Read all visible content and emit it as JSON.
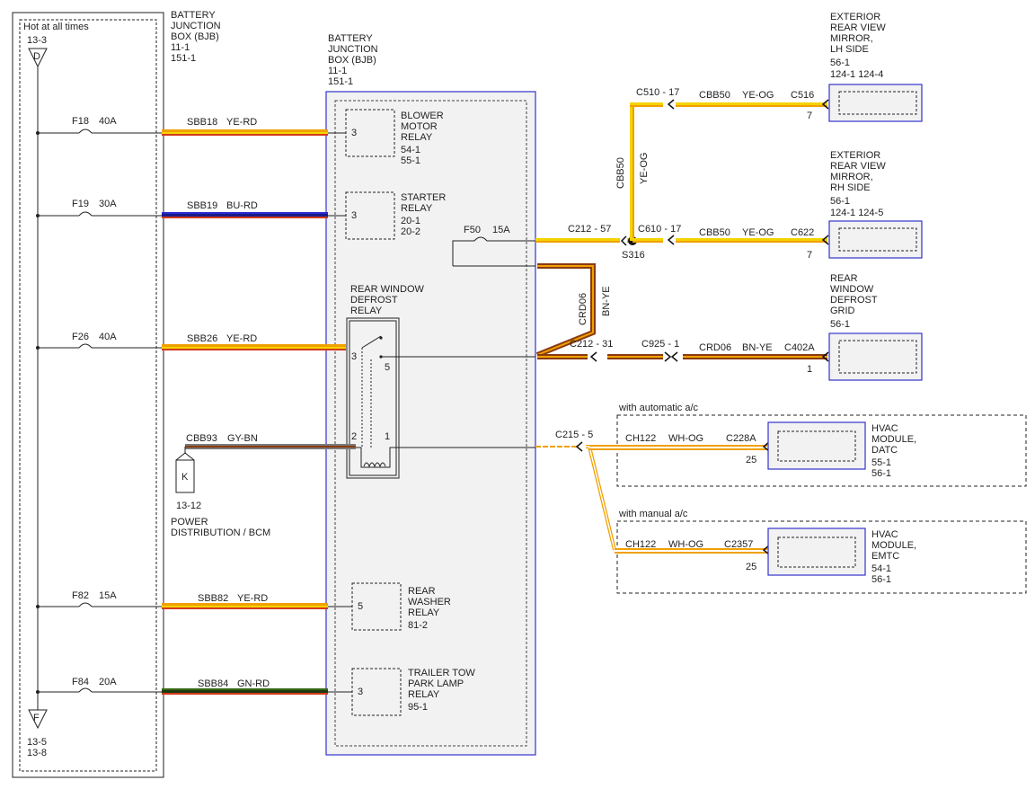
{
  "colors": {
    "yellow": "#f4d400",
    "orange": "#f0a000",
    "red": "#d43a1a",
    "blue": "#2a2ad0",
    "darkblue": "#1a1a8a",
    "green": "#3a6a1a",
    "darkgreen": "#1e3a10",
    "brown": "#8a3a10",
    "gray": "#7a7a7a",
    "white": "#ffffff",
    "module_border": "#3333cc",
    "panel_fill": "#f2f2f2"
  },
  "left_panel": {
    "header": "Hot at all times",
    "top_ref": "13-3",
    "top_conn": "D",
    "bottom_conn": "F",
    "bottom_ref1": "13-5",
    "bottom_ref2": "13-8"
  },
  "bjb_left_label": [
    "BATTERY",
    "JUNCTION",
    "BOX (BJB)",
    "11-1",
    "151-1"
  ],
  "bjb_center_label": [
    "BATTERY",
    "JUNCTION",
    "BOX (BJB)",
    "11-1",
    "151-1"
  ],
  "fuses": [
    {
      "id": "F18",
      "amp": "40A"
    },
    {
      "id": "F19",
      "amp": "30A"
    },
    {
      "id": "F26",
      "amp": "40A"
    },
    {
      "id": "F82",
      "amp": "15A"
    },
    {
      "id": "F84",
      "amp": "20A"
    }
  ],
  "circuits": [
    {
      "code": "SBB18",
      "color": "YE-RD"
    },
    {
      "code": "SBB19",
      "color": "BU-RD"
    },
    {
      "code": "SBB26",
      "color": "YE-RD"
    },
    {
      "code": "SBB82",
      "color": "YE-RD"
    },
    {
      "code": "SBB84",
      "color": "GN-RD"
    },
    {
      "code": "CBB93",
      "color": "GY-BN"
    }
  ],
  "relays": {
    "blower": {
      "pin": "3",
      "lines": [
        "BLOWER",
        "MOTOR",
        "RELAY",
        "54-1",
        "55-1"
      ]
    },
    "starter": {
      "pin": "3",
      "lines": [
        "STARTER",
        "RELAY",
        "20-1",
        "20-2"
      ]
    },
    "rear_window": {
      "lines": [
        "REAR WINDOW",
        "DEFROST",
        "RELAY"
      ],
      "pins": [
        "3",
        "5",
        "2",
        "1"
      ]
    },
    "rear_washer": {
      "pin": "5",
      "lines": [
        "REAR",
        "WASHER",
        "RELAY",
        "81-2"
      ]
    },
    "trailer": {
      "pin": "3",
      "lines": [
        "TRAILER TOW",
        "PARK LAMP",
        "RELAY",
        "95-1"
      ]
    }
  },
  "k_conn": {
    "letter": "K",
    "ref": "13-12",
    "name1": "POWER",
    "name2": "DISTRIBUTION / BCM"
  },
  "f50": {
    "id": "F50",
    "amp": "15A"
  },
  "splice": "S316",
  "wire_labels": {
    "c212_57": "C212 - 57",
    "c610_17": "C610 - 17",
    "cbb50_a": "CBB50",
    "yeog_a": "YE-OG",
    "c622": "C622",
    "c622_pin": "7",
    "c510_17": "C510 - 17",
    "cbb50_b": "CBB50",
    "yeog_b": "YE-OG",
    "c516": "C516",
    "c516_pin": "7",
    "vert_cbb50": "CBB50",
    "vert_yeog": "YE-OG",
    "crd06_vert": "CRD06",
    "bnye_vert": "BN-YE",
    "c212_31": "C212 - 31",
    "c925_1": "C925 - 1",
    "crd06": "CRD06",
    "bnye": "BN-YE",
    "c402a": "C402A",
    "c402a_pin": "1",
    "c215_5": "C215 - 5",
    "ch122_a": "CH122",
    "whog_a": "WH-OG",
    "c228a": "C228A",
    "c228a_pin": "25",
    "ch122_b": "CH122",
    "whog_b": "WH-OG",
    "c2357": "C2357",
    "c2357_pin": "25"
  },
  "modules": {
    "mirror_lh": [
      "EXTERIOR",
      "REAR VIEW",
      "MIRROR,",
      "LH SIDE",
      "56-1",
      "124-1   124-4"
    ],
    "mirror_rh": [
      "EXTERIOR",
      "REAR VIEW",
      "MIRROR,",
      "RH SIDE",
      "56-1",
      "124-1   124-5"
    ],
    "defrost_grid": [
      "REAR",
      "WINDOW",
      "DEFROST",
      "GRID",
      "56-1"
    ],
    "hvac_datc": [
      "HVAC",
      "MODULE,",
      "DATC",
      "55-1",
      "56-1"
    ],
    "hvac_emtc": [
      "HVAC",
      "MODULE,",
      "EMTC",
      "54-1",
      "56-1"
    ]
  },
  "options": {
    "auto": "with automatic a/c",
    "manual": "with manual a/c"
  }
}
